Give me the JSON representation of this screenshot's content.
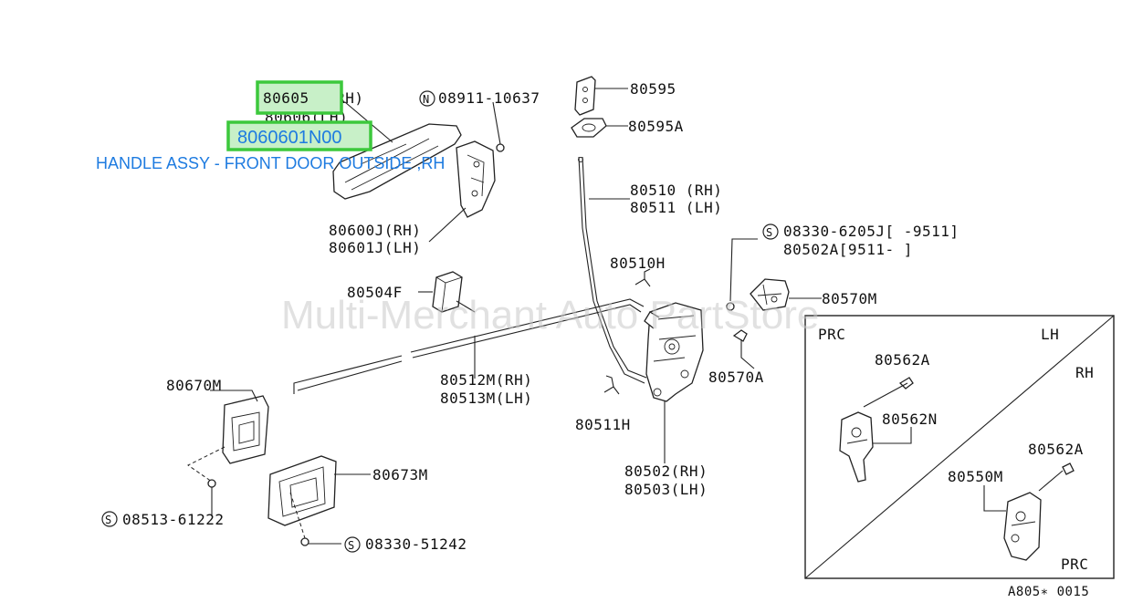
{
  "watermark": "Multi-Merchant Auto PartStore",
  "highlight_color": "#3cc83c",
  "highlight_fill": "#c8f0c8",
  "link_color": "#1e7be0",
  "highlight": {
    "part_number": "80605",
    "selected_part": "8060601N00",
    "description": "HANDLE ASSY - FRONT DOOR OUTSIDE ,RH"
  },
  "labels": {
    "p80605_side": "(RH)",
    "p80606": "80606(LH)",
    "n08911": "08911-10637",
    "n_symbol": "N",
    "s_symbol": "S",
    "p80595": "80595",
    "p80595A": "80595A",
    "p80510": "80510 (RH)",
    "p80511": "80511 (LH)",
    "p80600J": "80600J(RH)",
    "p80601J": "80601J(LH)",
    "s08330_6205": "08330-6205J[     -9511]",
    "p80502A": "80502A[9511-     ]",
    "p80510H": "80510H",
    "p80504F": "80504F",
    "p80570M": "80570M",
    "p80570A": "80570A",
    "p80512M": "80512M(RH)",
    "p80513M": "80513M(LH)",
    "p80511H": "80511H",
    "p80670M": "80670M",
    "p80673M": "80673M",
    "s08513": "08513-61222",
    "s08330_51242": "08330-51242",
    "p80502": "80502(RH)",
    "p80503": "80503(LH)",
    "inset_prc_top": "PRC",
    "inset_lh": "LH",
    "inset_rh": "RH",
    "inset_prc_bottom": "PRC",
    "p80562A_1": "80562A",
    "p80562N": "80562N",
    "p80562A_2": "80562A",
    "p80550M": "80550M",
    "diagram_code": "A805∗ 0015"
  }
}
